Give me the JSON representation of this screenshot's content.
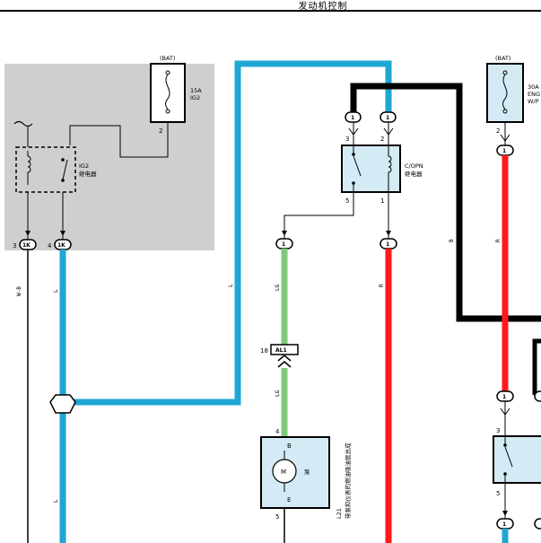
{
  "page_title": "发动机控制",
  "colors": {
    "wire_blue": "#1ea7d3",
    "wire_red": "#ff1a1a",
    "wire_green": "#80c97a",
    "wire_black": "#000000",
    "relay_fill": "#d4eaf4",
    "ecu_box": "#cfcfcf"
  },
  "fuses": {
    "ig2": {
      "source": "(BAT)",
      "rating": "15A",
      "name": "IG2",
      "pin": "2"
    },
    "eng": {
      "source": "(BAT)",
      "rating": "30A",
      "name": "ENG",
      "name2": "W/P",
      "pin": "2"
    }
  },
  "relays": {
    "ig2_relay": {
      "name": "IG2",
      "desc": "继电器"
    },
    "copn_relay": {
      "name": "C/OPN",
      "desc": "继电器",
      "pin_top_left": "3",
      "pin_top_right": "2",
      "pin_bottom_left": "5",
      "pin_bottom_right": "1"
    },
    "right_relay": {
      "pin_top": "3",
      "pin_bottom": "5"
    }
  },
  "connectors": {
    "k1_left": {
      "pin": "3",
      "label": "1K"
    },
    "k1_right": {
      "pin": "4",
      "label": "1K"
    },
    "c1a": "1",
    "c1b": "1",
    "c1c": "1",
    "c1d": "1",
    "c1e": "1",
    "c1f": "1",
    "c1g": "1",
    "c1h": "1",
    "al1": {
      "pin": "18",
      "label": "AL1"
    }
  },
  "wire_labels": {
    "wb": "W-B",
    "l1": "L",
    "l2": "L",
    "l3": "L",
    "lg1": "LG",
    "lg2": "LG",
    "r1": "R",
    "r2": "R",
    "b1": "B"
  },
  "pump": {
    "code": "L21",
    "desc": "带泵和仪表的燃油吸油管总成",
    "motor": "M",
    "word": "泵",
    "pin_b": "B",
    "pin_e": "E",
    "pin_top": "4",
    "pin_bottom": "5"
  }
}
